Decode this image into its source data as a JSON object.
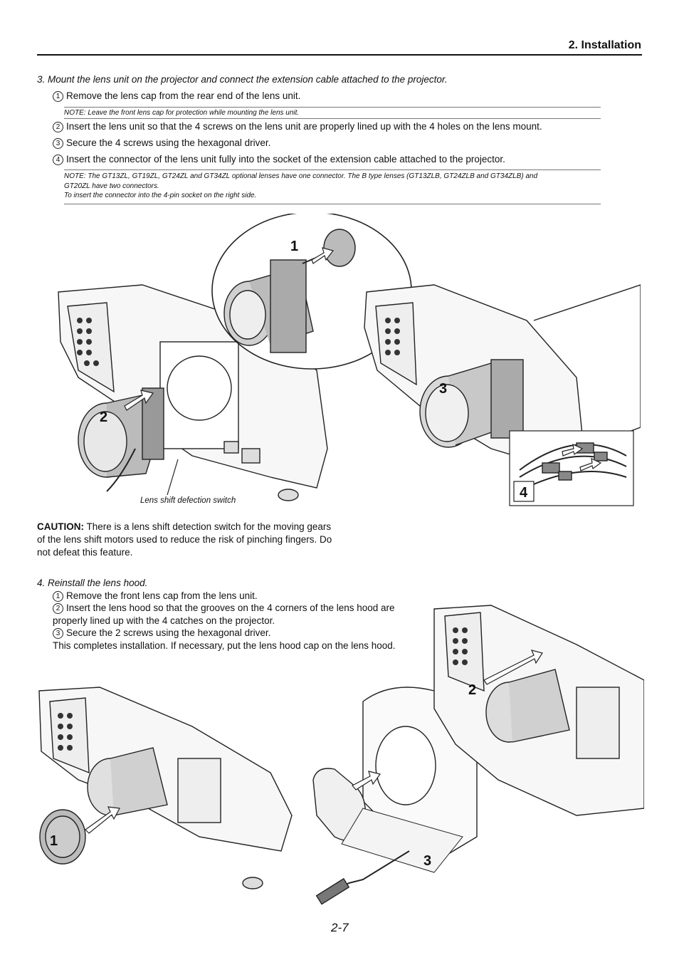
{
  "header": {
    "section_title": "2. Installation"
  },
  "step3": {
    "title": "3. Mount the lens unit on the projector and connect the extension cable attached to the projector.",
    "items": [
      {
        "num": "1",
        "text": "Remove the lens cap from the rear end of the lens unit."
      },
      {
        "num": "2",
        "text": "Insert the lens unit so that the 4 screws on the lens unit are properly lined up with the 4 holes on the lens mount."
      },
      {
        "num": "3",
        "text": "Secure the 4 screws using the hexagonal driver."
      },
      {
        "num": "4",
        "text": "Insert the connector of the lens unit fully into the socket of the extension cable attached to the projector."
      }
    ],
    "note1": "NOTE: Leave the front lens cap for protection while mounting the lens unit.",
    "note2_line1": "NOTE: The GT13ZL, GT19ZL, GT24ZL and GT34ZL optional lenses have one connector. The B type lenses (GT13ZLB, GT24ZLB and GT34ZLB) and",
    "note2_line2": "GT20ZL have two connectors.",
    "note2_line3": "To insert the connector into the 4-pin socket on the right side."
  },
  "figure1": {
    "caption": "Lens shift defection switch",
    "callouts": [
      "1",
      "2",
      "3",
      "4"
    ]
  },
  "caution": {
    "label": "CAUTION:",
    "text": "There is a lens shift detection switch for the moving gears of the lens shift motors used to reduce the risk of pinching fingers. Do not defeat this feature."
  },
  "step4": {
    "title": "4. Reinstall the lens hood.",
    "items": [
      {
        "num": "1",
        "text": "Remove the front lens cap from the lens unit."
      },
      {
        "num": "2",
        "text": "Insert the lens hood so that the grooves on the 4 corners of the lens hood are properly lined up with the 4 catches on the projector."
      },
      {
        "num": "3",
        "text": "Secure the 2 screws using the hexagonal driver."
      }
    ],
    "closing": "This completes installation. If necessary, put the lens hood cap on the lens hood."
  },
  "figure2": {
    "callouts": [
      "1",
      "2",
      "3"
    ]
  },
  "footer": {
    "page_number": "2-7"
  }
}
